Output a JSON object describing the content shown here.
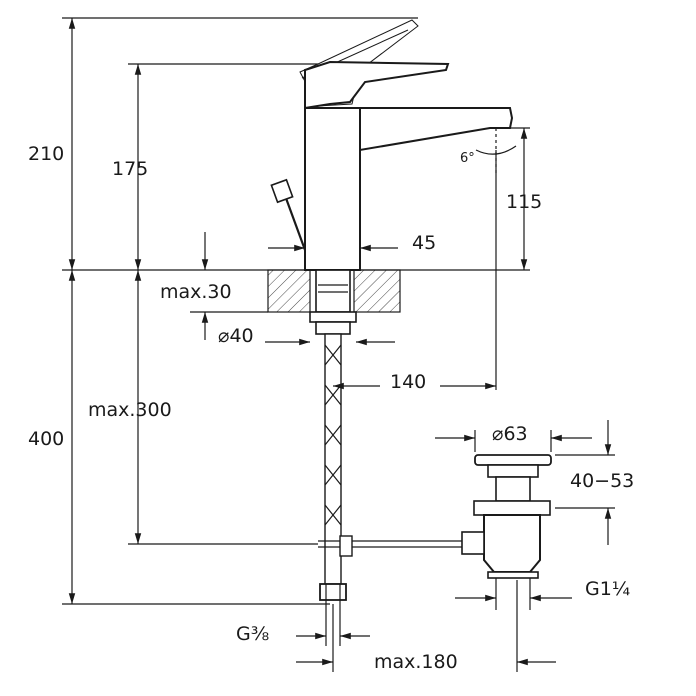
{
  "dimensions": {
    "total_height": "210",
    "spout_height": "175",
    "outlet_height": "115",
    "body_width": "45",
    "deck_thickness": "max.30",
    "hole_diameter": "⌀40",
    "spout_reach": "140",
    "hose_length": "max.300",
    "below_deck": "400",
    "waste_diameter": "⌀63",
    "waste_height": "40−53",
    "waste_thread": "G1¼",
    "inlet_thread": "G⅜",
    "rod_reach": "max.180",
    "spout_angle": "6°"
  }
}
